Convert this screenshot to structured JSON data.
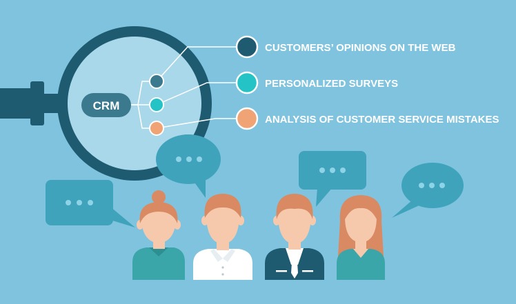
{
  "center_label": "CRM",
  "branches": [
    {
      "label": "CUSTOMERS’ OPINIONS ON THE WEB",
      "color": "#1f5b70"
    },
    {
      "label": "PERSONALIZED SURVEYS",
      "color": "#23c3c6"
    },
    {
      "label": "ANALYSIS OF CUSTOMER SERVICE MISTAKES",
      "color": "#f0a374"
    }
  ],
  "colors": {
    "background": "#7fc3de",
    "lens": "#a8d8ea",
    "lens_rim": "#1f5b70",
    "handle": "#1f5b70",
    "connector": "#ffffff",
    "speech_bubble": "#3fa3bc",
    "bubble_dots": "#8fd3e6",
    "skin": "#f6c9ac",
    "hair": "#d98a63"
  },
  "icons": [
    "magnifying-glass-icon",
    "speech-bubble-icon",
    "person-icon"
  ]
}
